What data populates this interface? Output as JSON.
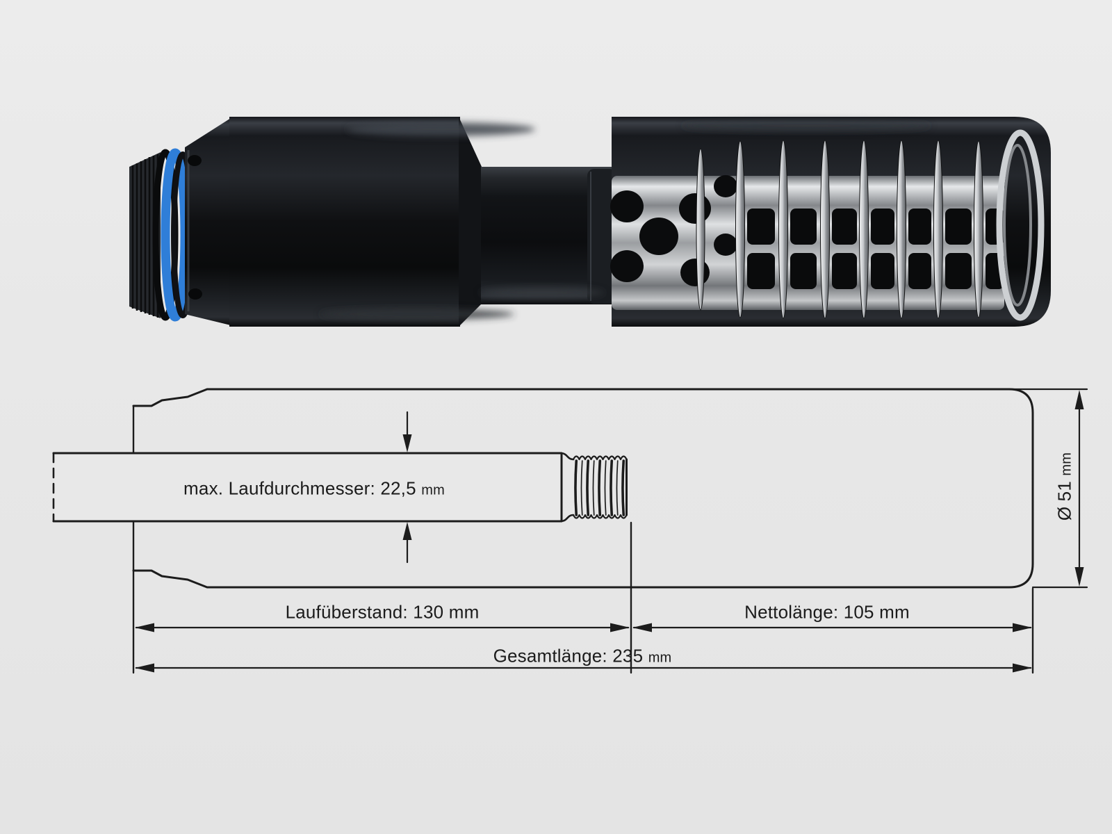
{
  "background_color": "#e8e8e8",
  "photo": {
    "body_color": "#111317",
    "oring_color": "#2f7ed8",
    "metal_color": "#cfd2d5"
  },
  "diagram": {
    "line_color": "#1c1c1c",
    "barrel_diameter": {
      "label": "max. Laufdurchmesser:",
      "value": "22,5",
      "unit": "mm"
    },
    "outer_diameter": {
      "value": "Ø 51",
      "unit": "mm"
    },
    "overhang": {
      "label": "Laufüberstand:",
      "value": "130",
      "unit": "mm"
    },
    "net_length": {
      "label": "Nettolänge:",
      "value": "105",
      "unit": "mm"
    },
    "total_length": {
      "label": "Gesamtlänge:",
      "value": "235",
      "unit": "mm"
    }
  }
}
